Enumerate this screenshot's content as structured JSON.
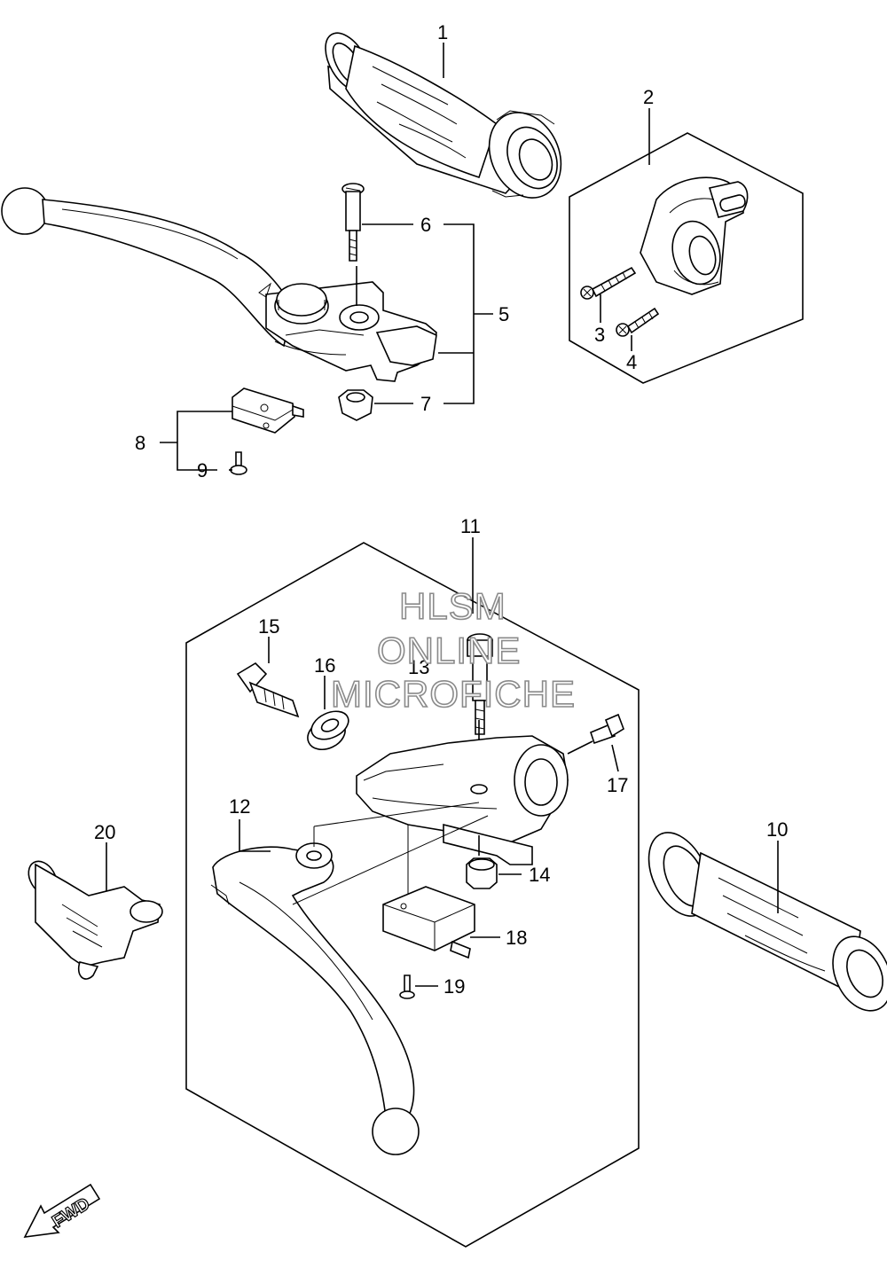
{
  "watermark": {
    "line1": "HLSM",
    "line2": "ONLINE",
    "line3": "MICROFICHE"
  },
  "direction_arrow": {
    "label": "FWD"
  },
  "callouts": {
    "c1": "1",
    "c2": "2",
    "c3": "3",
    "c4": "4",
    "c5": "5",
    "c6": "6",
    "c7": "7",
    "c8": "8",
    "c9": "9",
    "c10": "10",
    "c11": "11",
    "c12": "12",
    "c13": "13",
    "c14": "14",
    "c15": "15",
    "c16": "16",
    "c17": "17",
    "c18": "18",
    "c19": "19",
    "c20": "20"
  },
  "icons": [
    "throttle-grip-icon",
    "brake-lever-icon",
    "clutch-lever-icon",
    "handlebar-grip-icon",
    "screw-icon",
    "nut-icon",
    "switch-icon",
    "fwd-arrow-icon"
  ],
  "colors": {
    "line": "#000000",
    "background": "#ffffff",
    "watermark": "#8a8a8a"
  }
}
